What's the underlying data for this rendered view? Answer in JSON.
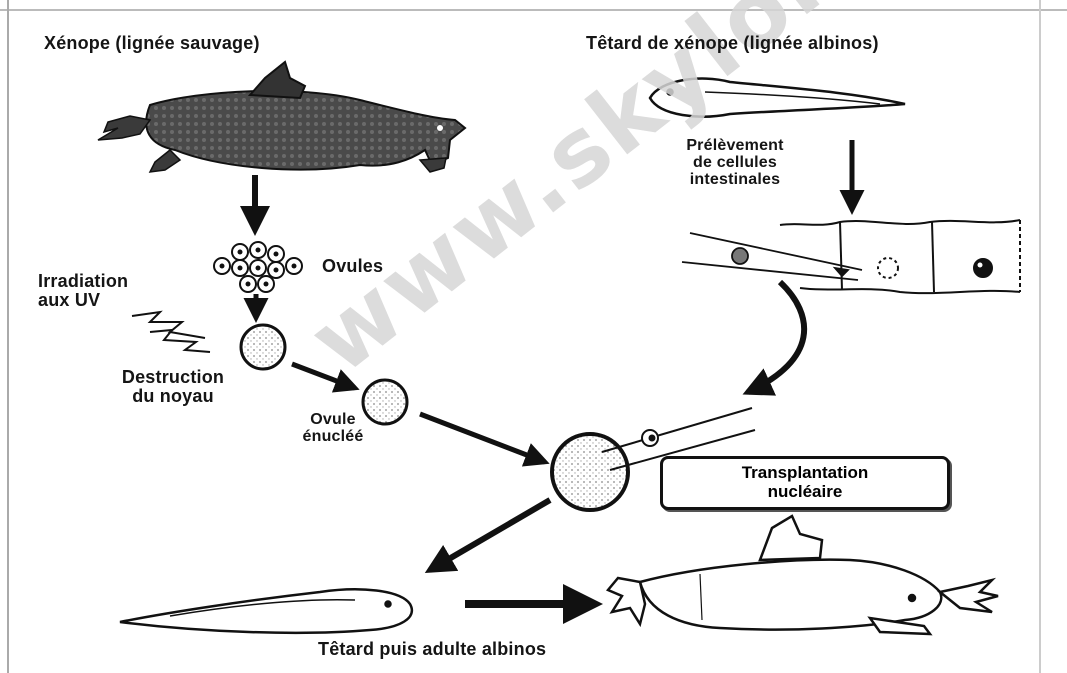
{
  "labels": {
    "wild_xenope": "Xénope (lignée sauvage)",
    "albino_tadpole": "Têtard de xénope (lignée albinos)",
    "sampling_line1": "Prélèvement",
    "sampling_line2": "de cellules",
    "sampling_line3": "intestinales",
    "ovules": "Ovules",
    "irradiation_line1": "Irradiation",
    "irradiation_line2": "aux UV",
    "destruction_line1": "Destruction",
    "destruction_line2": "du noyau",
    "enucleated_line1": "Ovule",
    "enucleated_line2": "énucléé",
    "transplant_line1": "Transplantation",
    "transplant_line2": "nucléaire",
    "result": "Têtard puis adulte albinos"
  },
  "watermark": "www.skylon.org"
}
